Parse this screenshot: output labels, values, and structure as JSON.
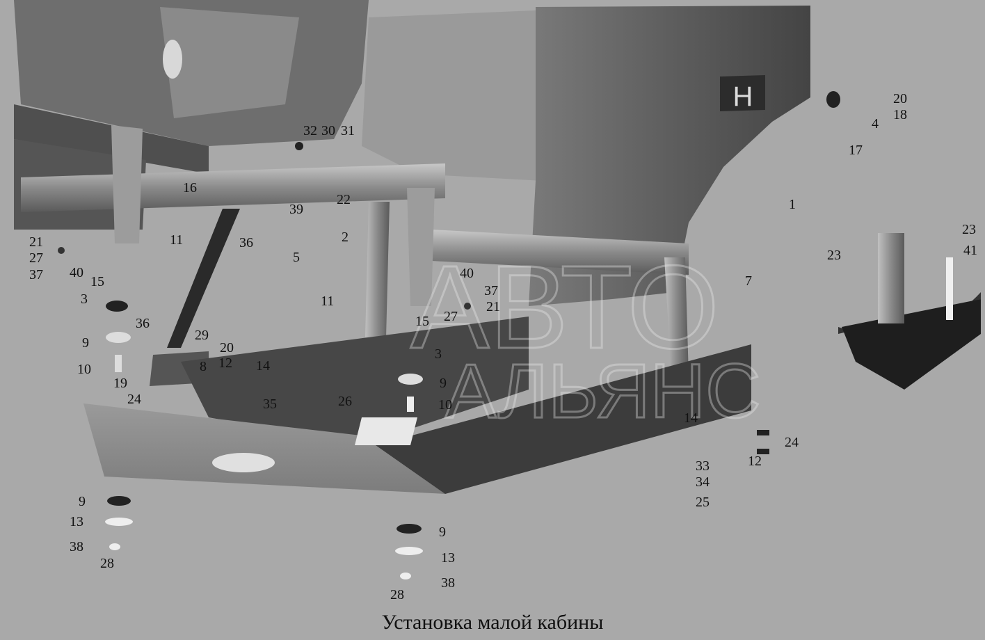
{
  "caption": "Установка малой кабины",
  "watermark": [
    "АВТО",
    "АЛЬЯНС"
  ],
  "callouts": [
    {
      "id": "c-32",
      "text": "32"
    },
    {
      "id": "c-30",
      "text": "30"
    },
    {
      "id": "c-31",
      "text": "31"
    },
    {
      "id": "c-20a",
      "text": "20"
    },
    {
      "id": "c-18",
      "text": "18"
    },
    {
      "id": "c-4",
      "text": "4"
    },
    {
      "id": "c-17",
      "text": "17"
    },
    {
      "id": "c-16",
      "text": "16"
    },
    {
      "id": "c-22",
      "text": "22"
    },
    {
      "id": "c-39",
      "text": "39"
    },
    {
      "id": "c-1",
      "text": "1"
    },
    {
      "id": "c-11a",
      "text": "11"
    },
    {
      "id": "c-36a",
      "text": "36"
    },
    {
      "id": "c-2",
      "text": "2"
    },
    {
      "id": "c-5",
      "text": "5"
    },
    {
      "id": "c-21a",
      "text": "21"
    },
    {
      "id": "c-27a",
      "text": "27"
    },
    {
      "id": "c-37a",
      "text": "37"
    },
    {
      "id": "c-40a",
      "text": "40"
    },
    {
      "id": "c-15a",
      "text": "15"
    },
    {
      "id": "c-40b",
      "text": "40"
    },
    {
      "id": "c-7",
      "text": "7"
    },
    {
      "id": "c-23a",
      "text": "23"
    },
    {
      "id": "c-23b",
      "text": "23"
    },
    {
      "id": "c-41",
      "text": "41"
    },
    {
      "id": "c-3a",
      "text": "3"
    },
    {
      "id": "c-11b",
      "text": "11"
    },
    {
      "id": "c-37b",
      "text": "37"
    },
    {
      "id": "c-21b",
      "text": "21"
    },
    {
      "id": "c-27b",
      "text": "27"
    },
    {
      "id": "c-15b",
      "text": "15"
    },
    {
      "id": "c-36b",
      "text": "36"
    },
    {
      "id": "c-9a",
      "text": "9"
    },
    {
      "id": "c-29",
      "text": "29"
    },
    {
      "id": "c-20b",
      "text": "20"
    },
    {
      "id": "c-12a",
      "text": "12"
    },
    {
      "id": "c-8",
      "text": "8"
    },
    {
      "id": "c-14a",
      "text": "14"
    },
    {
      "id": "c-3b",
      "text": "3"
    },
    {
      "id": "c-10a",
      "text": "10"
    },
    {
      "id": "c-19",
      "text": "19"
    },
    {
      "id": "c-9b",
      "text": "9"
    },
    {
      "id": "c-24a",
      "text": "24"
    },
    {
      "id": "c-35",
      "text": "35"
    },
    {
      "id": "c-26",
      "text": "26"
    },
    {
      "id": "c-10b",
      "text": "10"
    },
    {
      "id": "c-14b",
      "text": "14"
    },
    {
      "id": "c-24b",
      "text": "24"
    },
    {
      "id": "c-12b",
      "text": "12"
    },
    {
      "id": "c-33",
      "text": "33"
    },
    {
      "id": "c-34",
      "text": "34"
    },
    {
      "id": "c-25",
      "text": "25"
    },
    {
      "id": "c-9c",
      "text": "9"
    },
    {
      "id": "c-13a",
      "text": "13"
    },
    {
      "id": "c-38a",
      "text": "38"
    },
    {
      "id": "c-28a",
      "text": "28"
    },
    {
      "id": "c-9d",
      "text": "9"
    },
    {
      "id": "c-13b",
      "text": "13"
    },
    {
      "id": "c-28b",
      "text": "28"
    },
    {
      "id": "c-38b",
      "text": "38"
    }
  ]
}
